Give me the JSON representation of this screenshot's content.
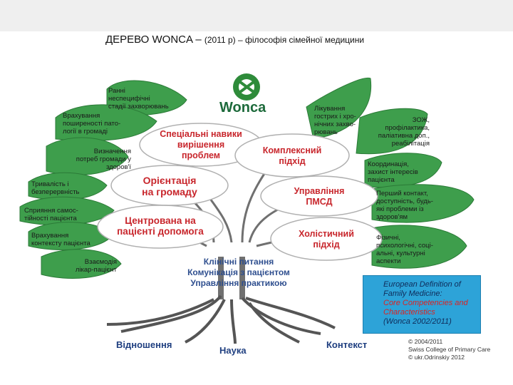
{
  "title": {
    "main": "ДЕРЕВО WONCA – ",
    "sub": "(2011 р) – філософія сімейної медицини"
  },
  "logo": {
    "text": "Wonca",
    "icon": "wonca-logo-icon",
    "color": "#1d6a3b"
  },
  "left_leaves": [
    "Ранні\nнеспецифічні\nстадії захворювань",
    "Врахування\nпоширеності пато-\nлогії в громаді",
    "Визначення\nпотреб громади у\nздоров'ї",
    "Тривалість і\nбезперервність",
    "Сприяння самос-\nтійності пацієнта",
    "Врахування\nконтексту пацієнта",
    "Взаємодія\nлікар-пацієнт"
  ],
  "right_leaves": [
    "Лікування\nгострих і хро-\nнічних захво-\nрювань",
    "ЗОЖ,\nпрофілактика,\nпаліативна доп.,\nреабілітація",
    "Координація,\nзахист інтересів\nпацієнта",
    "Перший контакт,\nдоступність, будь-\nякі проблеми із\nздоров'ям",
    "Фізичні,\nпсихологічні, соці-\nальні, культурні\nаспекти"
  ],
  "ovals": [
    {
      "text": "Спеціальні навики\nвирішення\nпроблем",
      "color": "red"
    },
    {
      "text": "Комплексний\nпідхід",
      "color": "red"
    },
    {
      "text": "Орієнтація\nна громаду",
      "color": "red"
    },
    {
      "text": "Управління\nПМСД",
      "color": "red"
    },
    {
      "text": "Центрована на\nпацієнті допомога",
      "color": "red"
    },
    {
      "text": "Холістичний\nпідхід",
      "color": "red"
    }
  ],
  "trunk": {
    "line1": "Клінічні питання",
    "line2": "Комунікація з пацієнтом",
    "line3": "Управління практикою"
  },
  "roots": {
    "left": "Відношення",
    "center": "Наука",
    "right": "Контекст"
  },
  "edm": {
    "l1": "European Definition of",
    "l2": "Family Medicine:",
    "l3": "Core Competencies and",
    "l4": "Characteristics",
    "l5": "(Wonca 2002/2011)"
  },
  "credit": {
    "l1": "© 2004/2011",
    "l2": "Swiss College of Primary Care",
    "l3": "© ukr.Odrinskiy 2012"
  },
  "colors": {
    "leaf": "#3e9e4c",
    "leaf_dark": "#2b7a37",
    "oval_border": "#b0b0b0",
    "trunk": "#666666",
    "accent_red": "#c8262c",
    "edm_blue": "#2da3d8"
  }
}
